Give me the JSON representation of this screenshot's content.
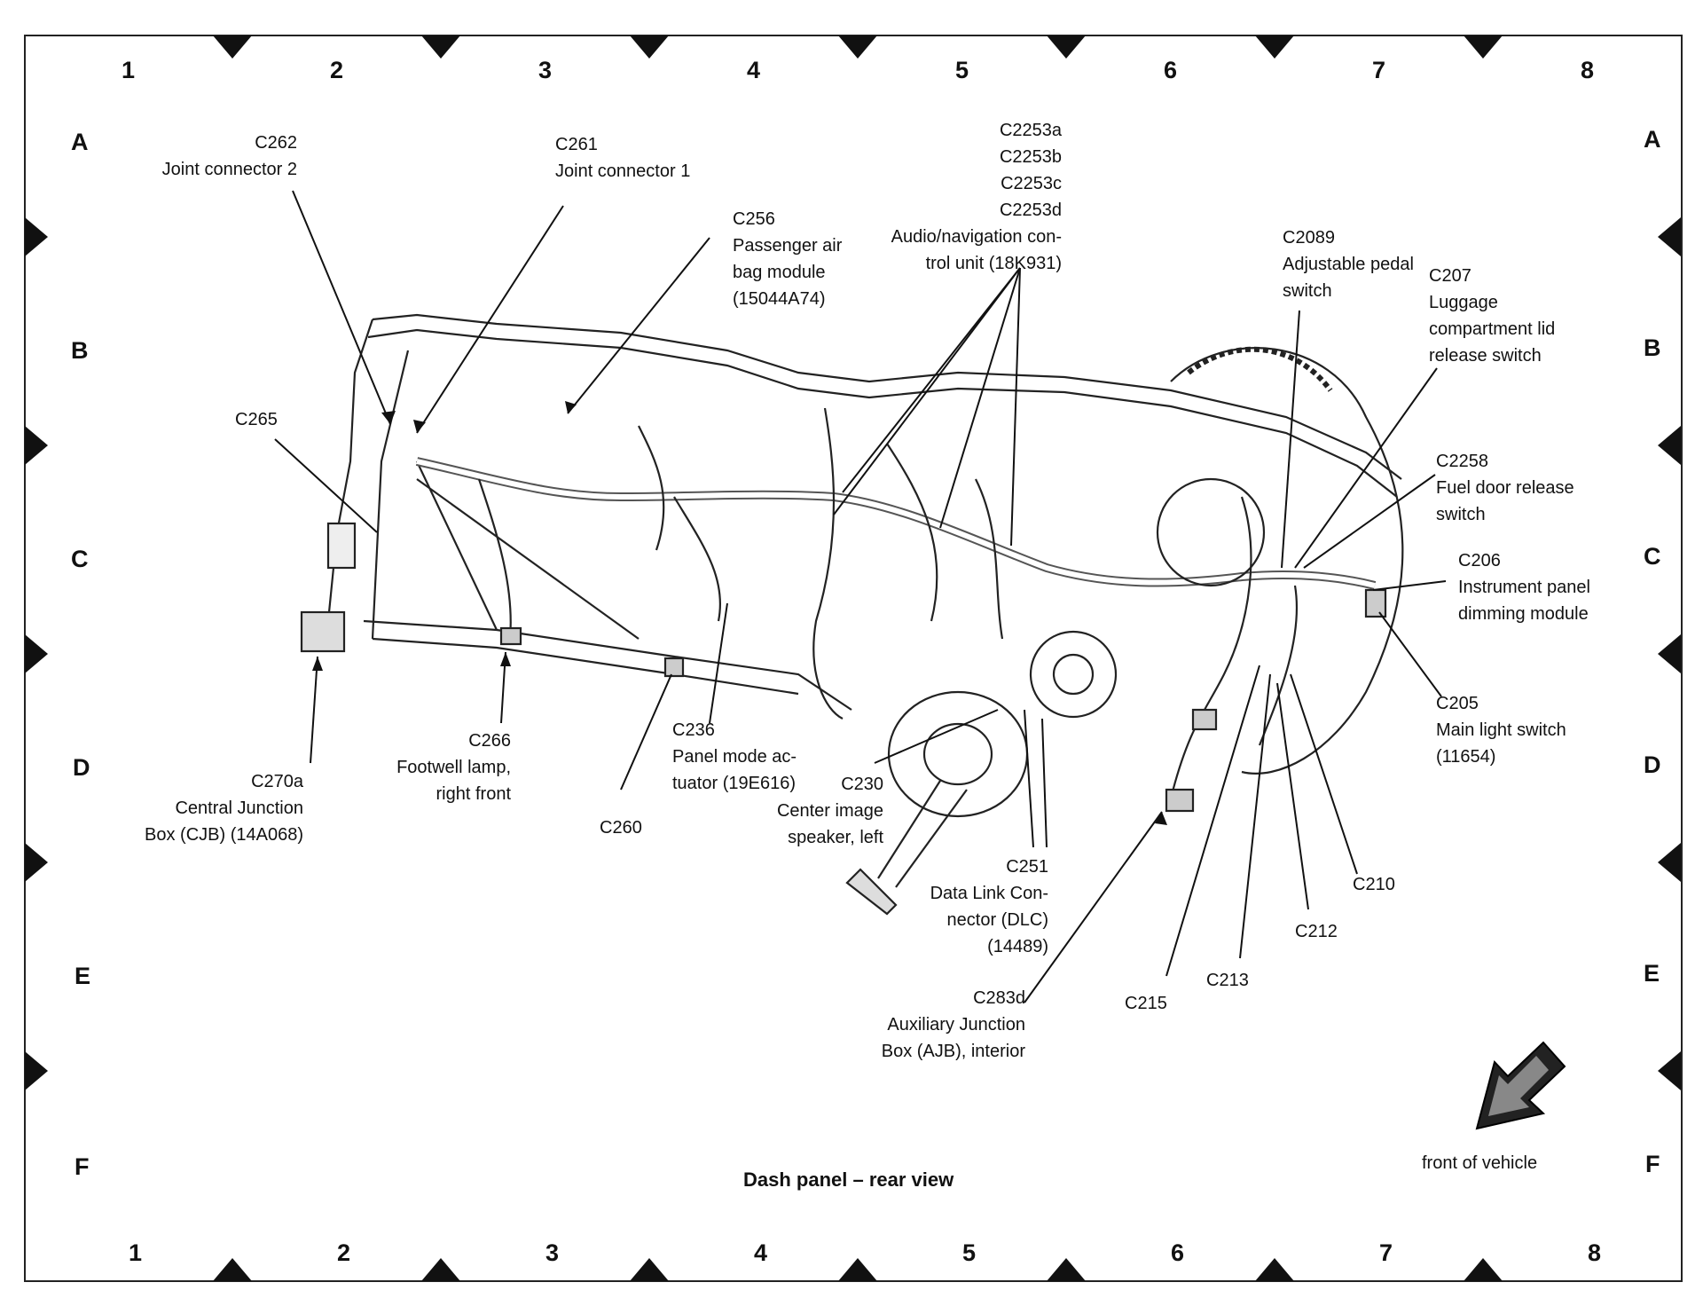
{
  "grid": {
    "columns": [
      "1",
      "2",
      "3",
      "4",
      "5",
      "6",
      "7",
      "8"
    ],
    "rows": [
      "A",
      "B",
      "C",
      "D",
      "E",
      "F"
    ]
  },
  "caption": "Dash panel – rear view",
  "front_label": "front of vehicle",
  "labels": {
    "c262": "C262\nJoint connector 2",
    "c261": "C261\nJoint connector 1",
    "c256": "C256\nPassenger air\nbag module\n(15044A74)",
    "c2253": "C2253a\nC2253b\nC2253c\nC2253d\nAudio/navigation con-\ntrol unit (18K931)",
    "c2089": "C2089\nAdjustable pedal\nswitch",
    "c207": "C207\nLuggage\ncompartment lid\nrelease switch",
    "c265": "C265",
    "c2258": "C2258\nFuel door release\nswitch",
    "c206": "C206\nInstrument panel\ndimming module",
    "c205": "C205\nMain light switch\n(11654)",
    "c266": "C266\nFootwell lamp,\nright front",
    "c236": "C236\nPanel mode ac-\ntuator (19E616)",
    "c230": "C230\nCenter image\nspeaker, left",
    "c270a": "C270a\nCentral Junction\nBox (CJB) (14A068)",
    "c260": "C260",
    "c251": "C251\nData Link Con-\nnector (DLC)\n(14489)",
    "c210": "C210",
    "c212": "C212",
    "c213": "C213",
    "c215": "C215",
    "c283d": "C283d\nAuxiliary Junction\nBox (AJB), interior"
  }
}
